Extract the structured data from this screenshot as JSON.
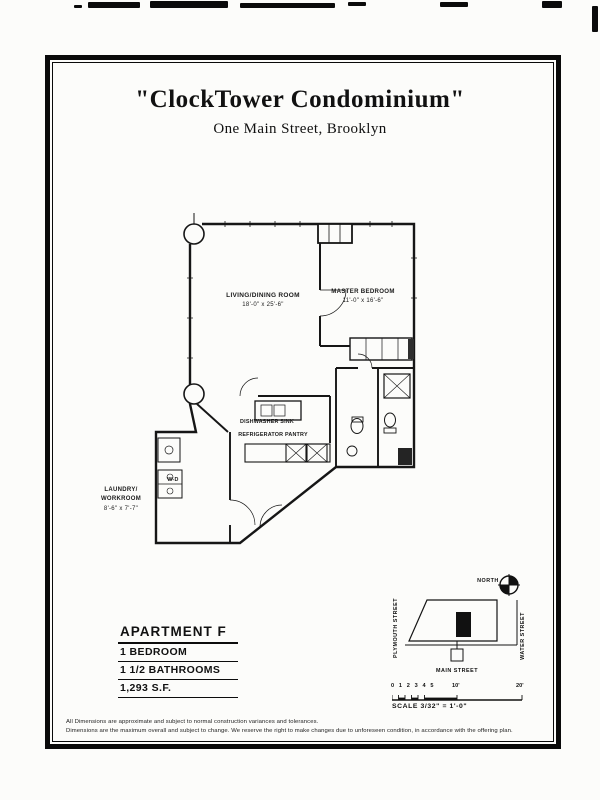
{
  "header": {
    "title": "\"ClockTower  Condominium\"",
    "subtitle": "One Main Street, Brooklyn"
  },
  "plan": {
    "living_room": {
      "name": "LIVING/DINING ROOM",
      "dims": "18'-0\" x 25'-6\""
    },
    "master_bedroom": {
      "name": "MASTER BEDROOM",
      "dims": "11'-0\" x 16'-6\""
    },
    "kitchen": {
      "dishwasher_sink": "DISHWASHER  SINK",
      "refrigerator_pantry": "REFRIGERATOR  PANTRY"
    },
    "laundry": {
      "line1": "LAUNDRY/",
      "line2": "WORKROOM",
      "dims": "8'-6\" x 7'-7\"",
      "washer_dryer": "W-D"
    }
  },
  "unit_info": {
    "apartment": "APARTMENT F",
    "bedrooms": "1 BEDROOM",
    "bathrooms": "1 1/2 BATHROOMS",
    "area": "1,293  S.F."
  },
  "site_map": {
    "north_label": "NORTH",
    "plymouth_street": "PLYMOUTH STREET",
    "water_street": "WATER STREET",
    "main_street": "MAIN STREET"
  },
  "scale_bar": {
    "numbers": "0 1 2 3 4 5",
    "mid": "10'",
    "end": "20'",
    "label": "SCALE 3/32\" = 1'-0\""
  },
  "disclaimer": {
    "line1": "All Dimensions are approximate and subject to normal construction variances and tolerances.",
    "line2": "Dimensions are the maximum overall and subject to change.  We reserve the right to make changes due to unforeseen condition, in accordance with the offering plan."
  }
}
